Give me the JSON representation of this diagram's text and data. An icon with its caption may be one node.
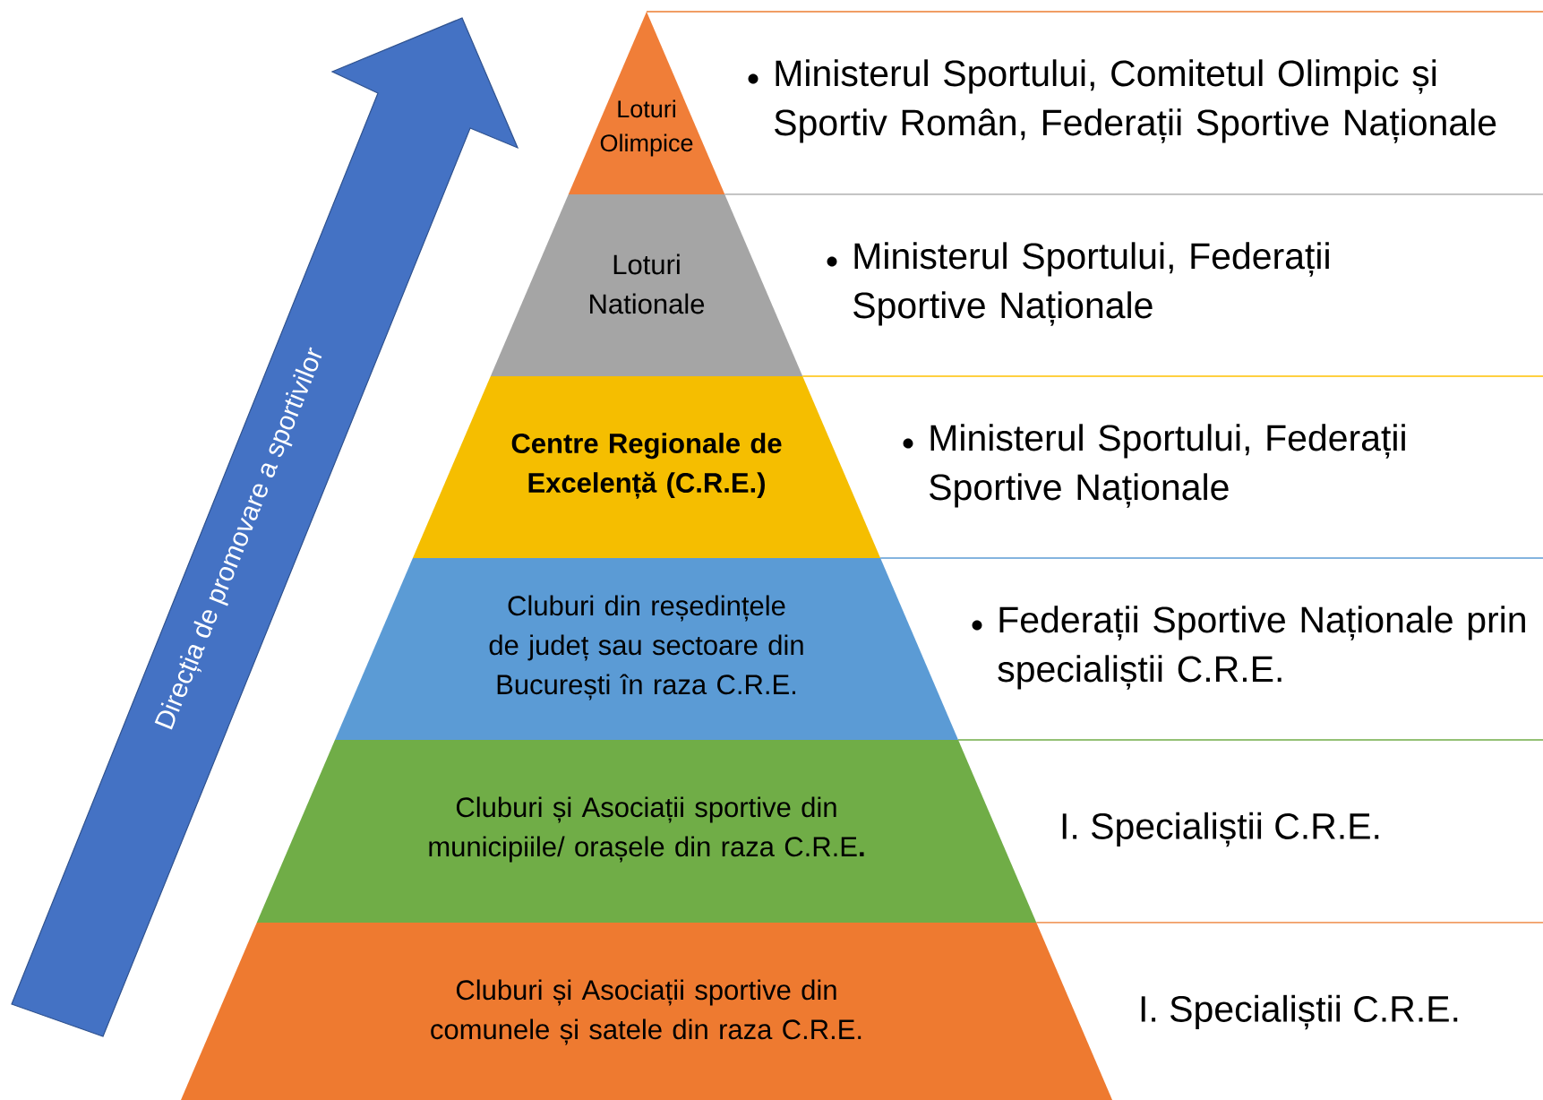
{
  "diagram": {
    "nodes": [
      {
        "text": [
          "Loturi Olimpice"
        ],
        "beside": [
          "Ministerul Sportului, Comitetul Olimpic și Sportiv Român, Federații Sportive Naționale"
        ]
      },
      {
        "text": [
          "Loturi Nationale"
        ],
        "beside": [
          "Ministerul Sportului, Federații Sportive Naționale"
        ]
      },
      {
        "text": [
          "Centre Regionale de Excelență (C.R.E.)"
        ],
        "beside": [
          "Ministerul Sportului, Federații Sportive Naționale"
        ]
      },
      {
        "text": [
          "Cluburi din reședințele de județ sau sectoare din București în raza C.R.E."
        ],
        "beside": [
          "Federații Sportive Naționale prin specialiștii C.R.E."
        ]
      },
      {
        "text": [
          "Cluburi și Asociații sportive din municipiile/ orașele din raza C.R.E**.**"
        ],
        "beside": [
          "I. Specialiștii C.R.E."
        ]
      },
      {
        "text": [
          "Cluburi și Asociații sportive din comunele și satele din raza C.R.E."
        ],
        "beside": [
          "I. Specialiștii C.R.E."
        ]
      }
    ],
    "labels": [
      "Direcția de promovare a sportivilor"
    ]
  }
}
